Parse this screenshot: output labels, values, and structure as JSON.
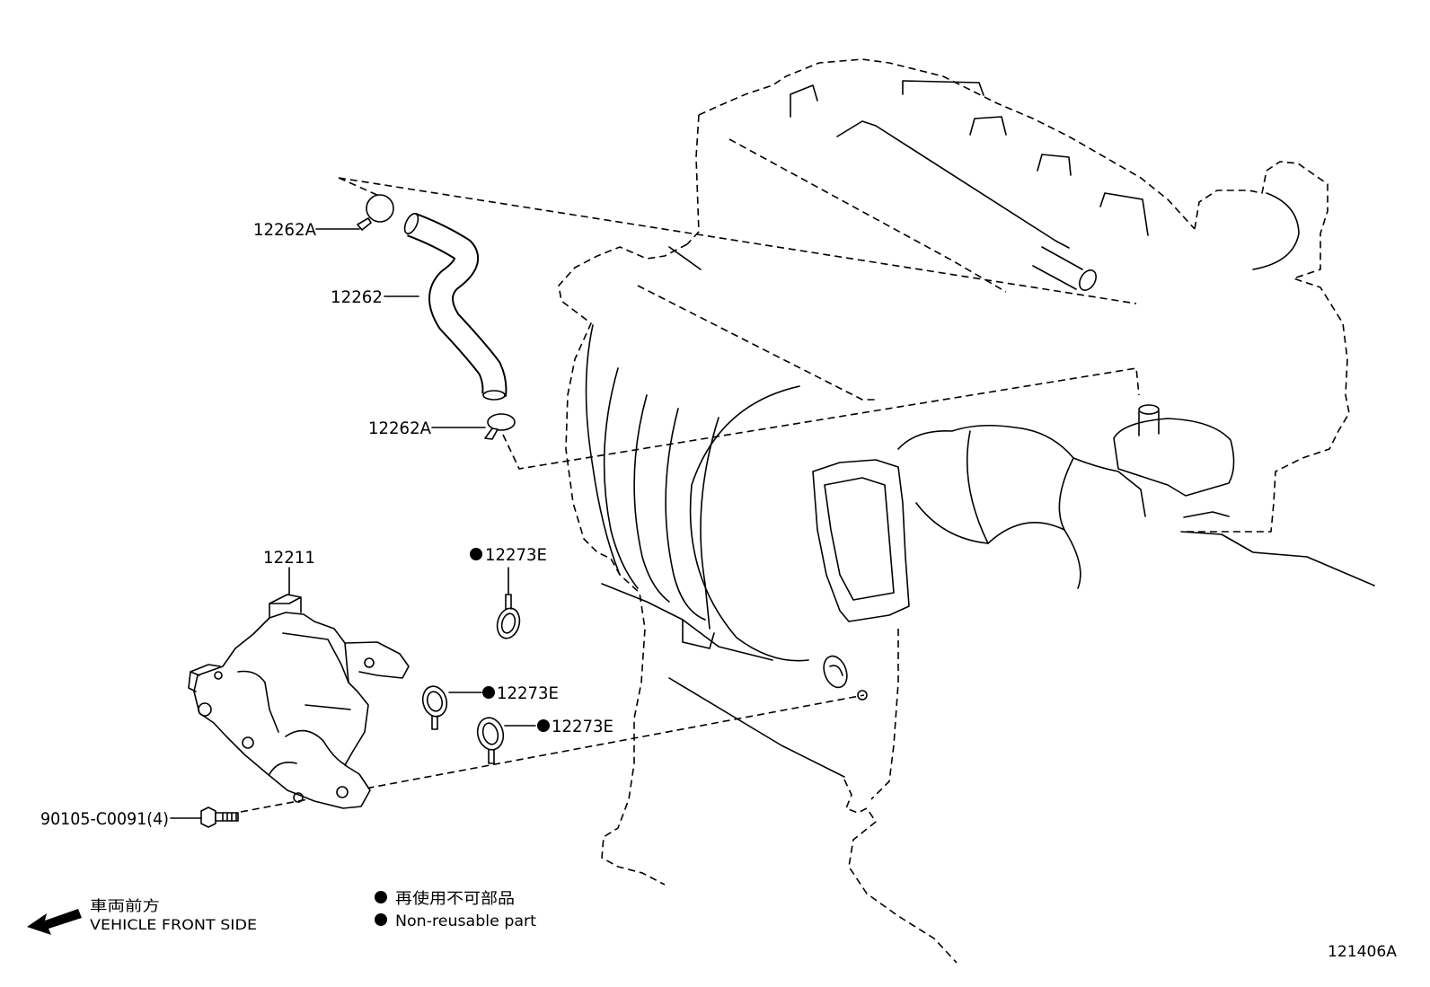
{
  "labels": {
    "clamp_top": "12262A",
    "hose": "12262",
    "clamp_bottom": "12262A",
    "pump": "12211",
    "gasket_1": "12273E",
    "gasket_2": "12273E",
    "gasket_3": "12273E",
    "bolt": "90105-C0091(4)"
  },
  "front_side": {
    "ja": "車両前方",
    "en": "VEHICLE FRONT SIDE"
  },
  "legend": {
    "ja": "再使用不可部品",
    "en": "Non-reusable part"
  },
  "diagram_id": "121406A",
  "icons": {
    "bullet": "filled-circle",
    "direction": "arrow-left"
  }
}
